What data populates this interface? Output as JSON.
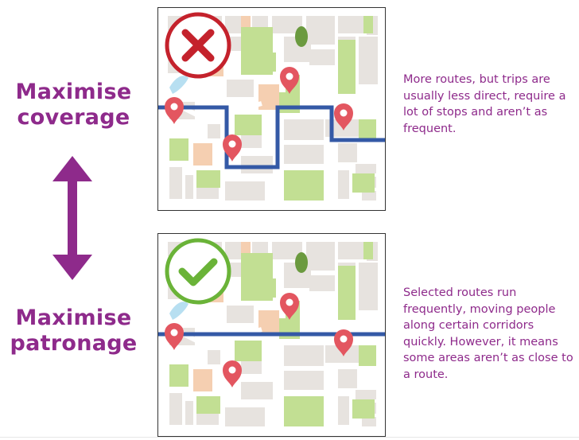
{
  "coverage": {
    "heading_line1": "Maximise",
    "heading_line2": "coverage",
    "caption": "More routes, but trips are usually less direct, require a lot of stops and aren’t as frequent.",
    "status": "cross-icon"
  },
  "patronage": {
    "heading_line1": "Maximise",
    "heading_line2": "patronage",
    "caption": "Selected routes run frequently, moving people along certain corridors quickly. However, it means some areas aren’t as close to a route.",
    "status": "check-icon"
  },
  "colors": {
    "heading": "#8e2a8b",
    "route": "#3459a6",
    "pin": "#e35660",
    "park": "#c2df93",
    "block": "#e7e3df",
    "sand": "#f5cfb1",
    "water": "#b7dff1",
    "cross_ring": "#c4222c",
    "check_ring": "#6ab338"
  }
}
